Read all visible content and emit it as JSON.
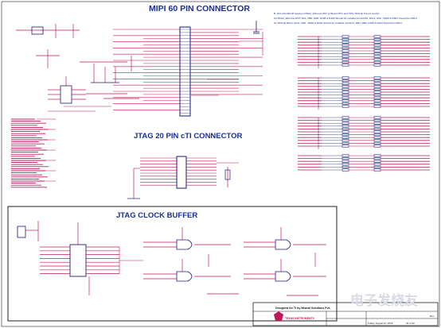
{
  "sections": {
    "mipi": {
      "title": "MIPI 60 PIN CONNECTOR"
    },
    "jtag20": {
      "title": "JTAG 20 PIN cTI CONNECTOR"
    },
    "clock": {
      "title": "JTAG CLOCK BUFFER"
    }
  },
  "notes": {
    "line1": "B. Ohm Ra NEGR between PRG2_Ethernet R0T (2 Board RTC and TPA) TRACE Trace1 conf(c)",
    "line2": "for PRG2_Ethernet RST: RA1, RB1, RB2, R188 & R183 Should be installed and RA10, RA11, R60 , R900 & R901 Should be DNFd",
    "line3": "for TRACE RA10, RA11, R60 , R900 & R901 Should be installed and RA1, RB1, RB2, R188 & R183 Should be DNFd"
  },
  "title_block": {
    "designed_for": "Designed for TI by Mistral Solutions Pvt.",
    "company": "TEXAS INSTRUMENTS",
    "date": "Friday, August 21, 2015",
    "sheet": "22 of 42",
    "rev": "Rev"
  },
  "watermark": "电子发烧友",
  "colors": {
    "wire": "#c2185b",
    "ink": "#1a2f8f",
    "part": "#1a1a7a",
    "frame": "#222222"
  }
}
